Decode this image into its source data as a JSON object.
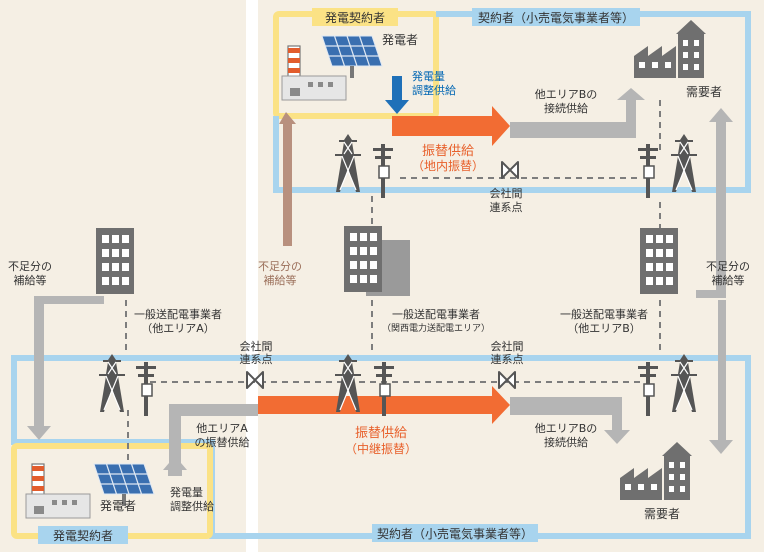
{
  "colors": {
    "panel_bg": "#f5efe4",
    "contract_blue": "#a8d4ee",
    "gen_contract_yellow": "#fbe285",
    "orange_arrow": "#f26c33",
    "gray_arrow": "#b5b5b5",
    "brown_arrow": "#b8907e",
    "building_gray": "#707070",
    "pylon_gray": "#555555",
    "label_orange": "#e8612c",
    "label_brown": "#9b6f5a",
    "label_blue": "#0066b3"
  },
  "top": {
    "gen_contract_label": "発電契約者",
    "buyer_contract_label": "契約者（小売電気事業者等）",
    "generator_label": "発電者",
    "adjust_supply_label": [
      "発電量",
      "調整供給"
    ],
    "swap_supply_label": [
      "振替供給",
      "（地内振替）"
    ],
    "other_area_b_connection": [
      "他エリアBの",
      "接続供給"
    ],
    "consumer_label": "需要者",
    "interconnection_label": [
      "会社間",
      "連系点"
    ],
    "shortfall_left": [
      "不足分の",
      "補給等"
    ],
    "shortfall_right": [
      "不足分の",
      "補給等"
    ]
  },
  "middle": {
    "utility_a": [
      "一般送配電事業者",
      "（他エリアA）"
    ],
    "utility_kansai": [
      "一般送配電事業者",
      "（関西電力送配電エリア）"
    ],
    "utility_b": [
      "一般送配電事業者",
      "（他エリアB）"
    ],
    "shortfall_far_left": [
      "不足分の",
      "補給等"
    ]
  },
  "bottom": {
    "interconnection_left": [
      "会社間",
      "連系点"
    ],
    "interconnection_right": [
      "会社間",
      "連系点"
    ],
    "other_area_a_swap": [
      "他エリアA",
      "の振替供給"
    ],
    "relay_swap_label": [
      "振替供給",
      "（中継振替）"
    ],
    "other_area_b_connection": [
      "他エリアBの",
      "接続供給"
    ],
    "generator_label": "発電者",
    "adjust_supply_label": [
      "発電量",
      "調整供給"
    ],
    "consumer_label": "需要者",
    "gen_contract_label": "発電契約者",
    "buyer_contract_label": "契約者（小売電気事業者等）"
  }
}
